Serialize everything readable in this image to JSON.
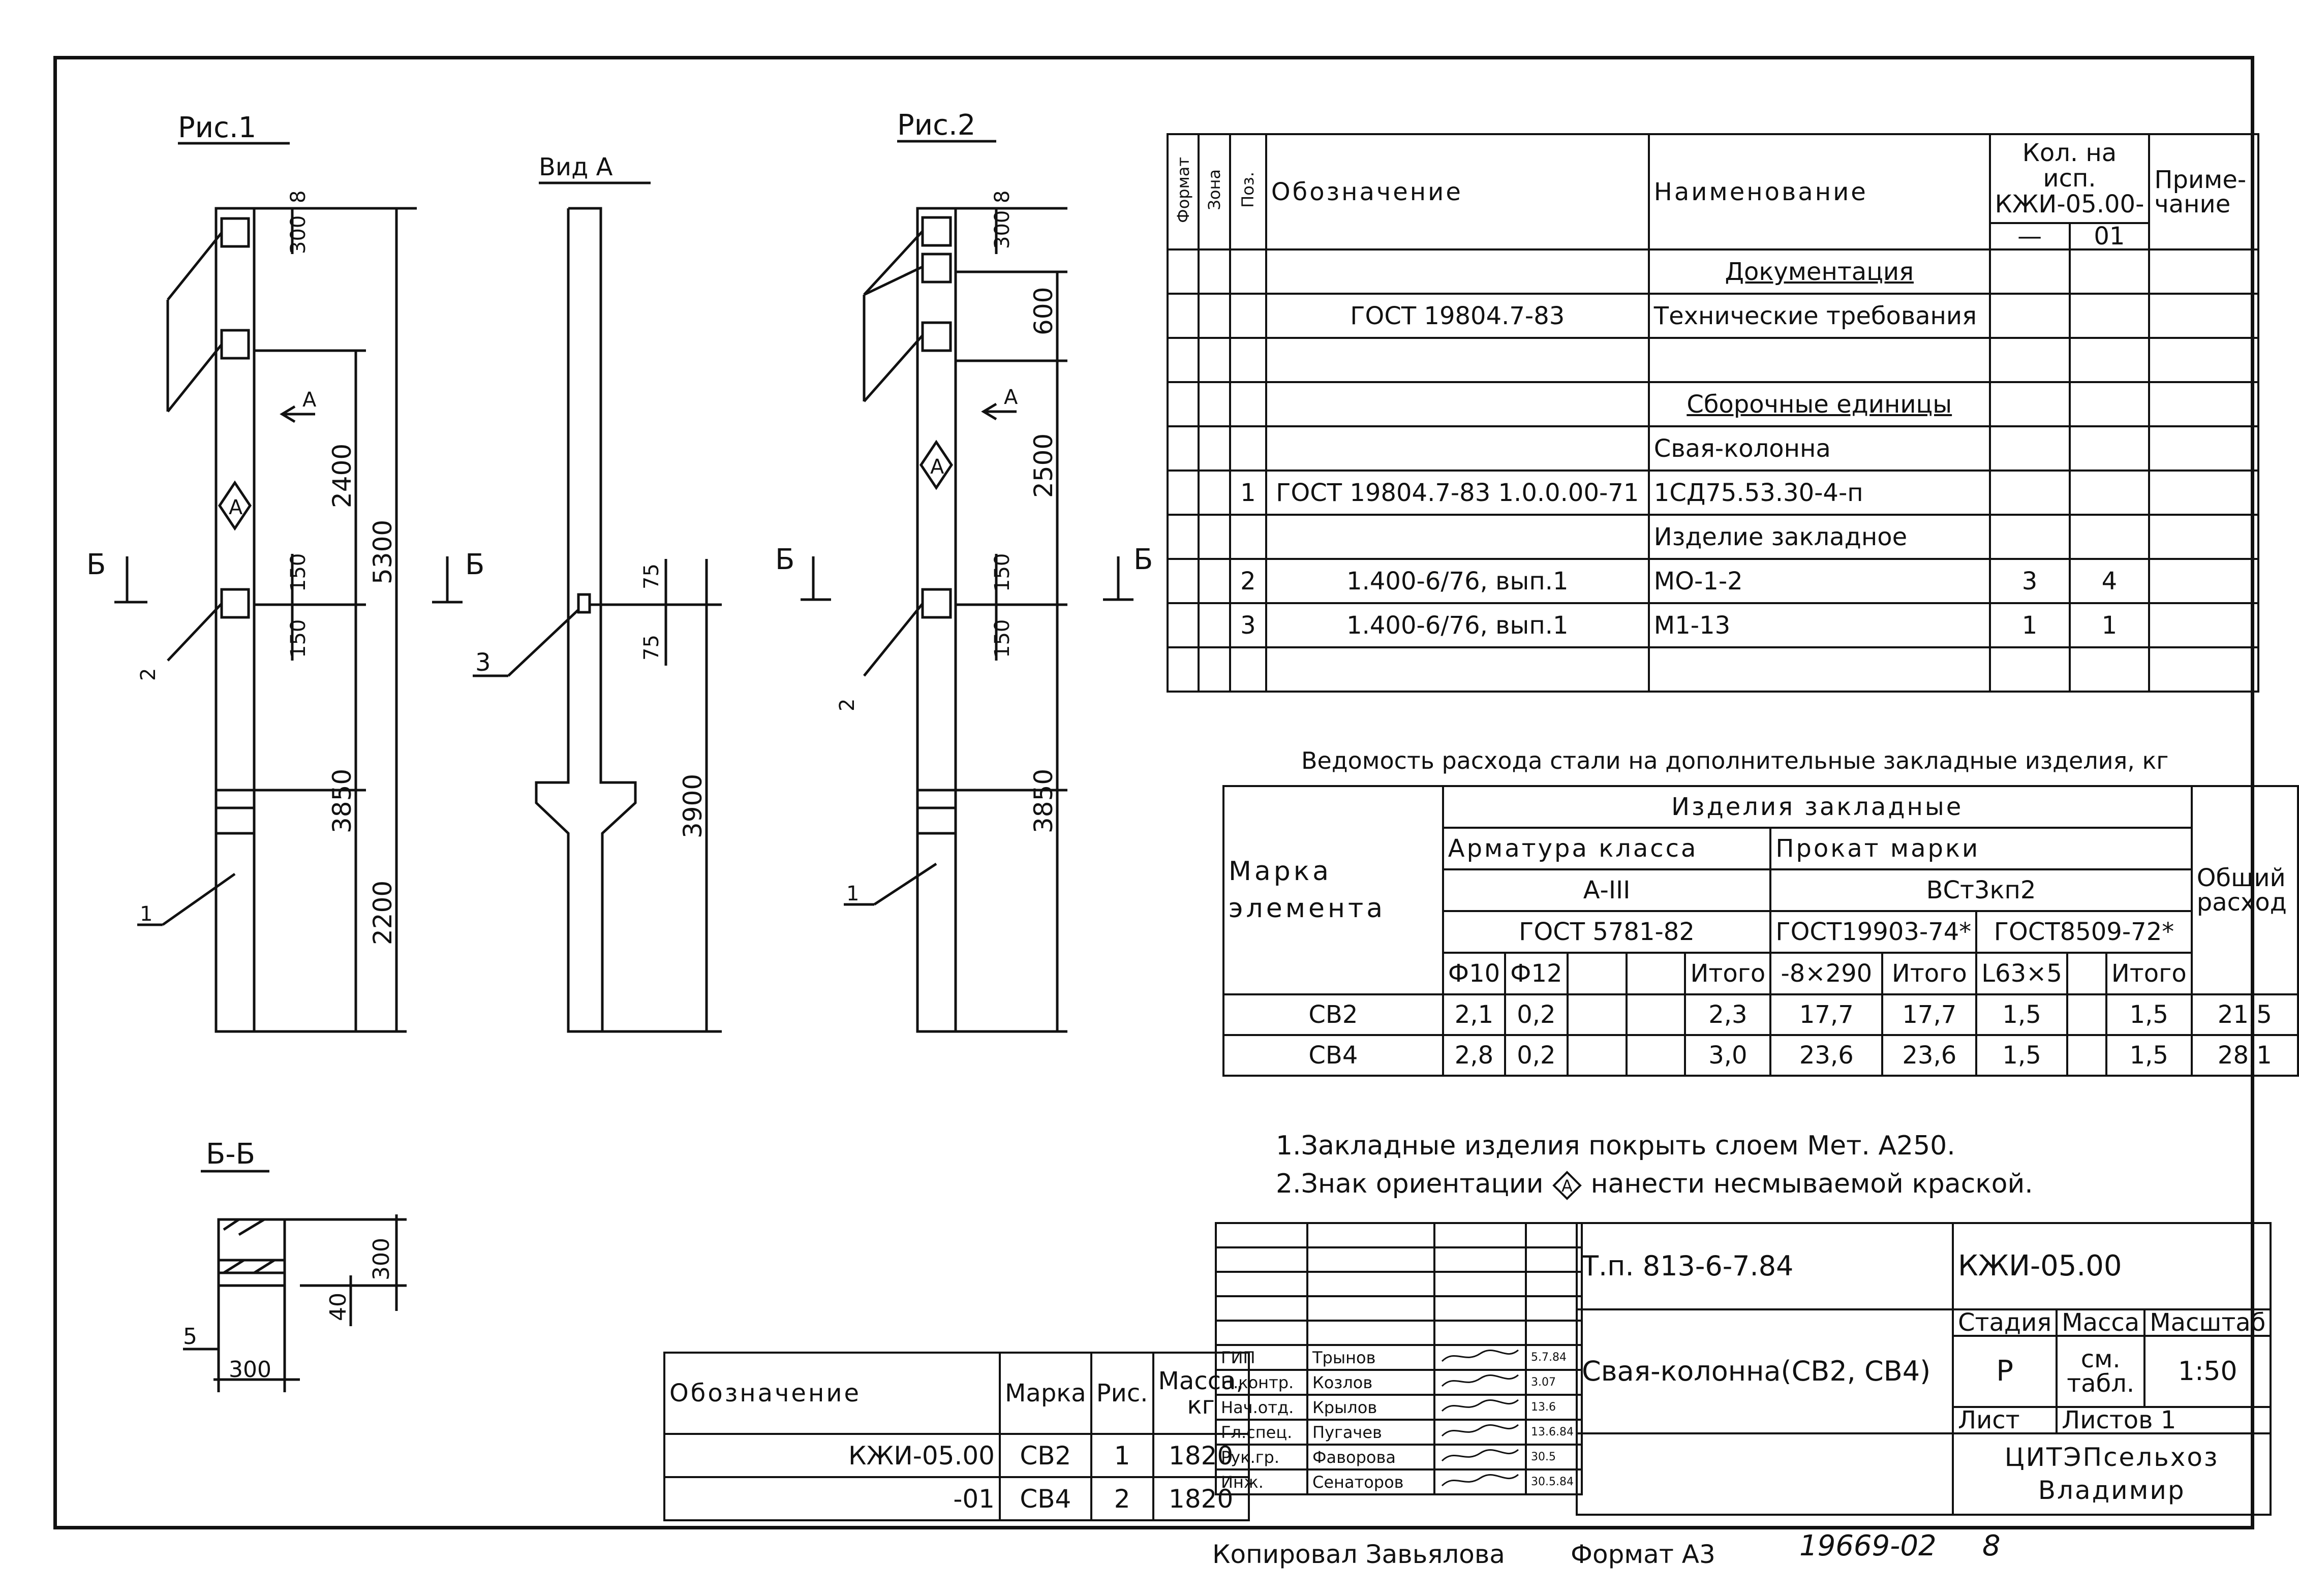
{
  "figures": {
    "fig1_title": "Рис.1",
    "fig2_title": "Рис.2",
    "view_a_title": "Вид А",
    "section_title": "Б-Б",
    "section_marker": "Б",
    "view_marker": "А",
    "orient_mark": "А",
    "fig1_dims": {
      "d8": "8",
      "d300": "300",
      "d2400": "2400",
      "d5300": "5300",
      "d150a": "150",
      "d150b": "150",
      "d3850": "3850",
      "d2200": "2200"
    },
    "fig1_callouts": {
      "c2": "2",
      "c1": "1"
    },
    "viewa_dims": {
      "d75a": "75",
      "d75b": "75",
      "d3900": "3900"
    },
    "viewa_callouts": {
      "c3": "3"
    },
    "fig2_dims": {
      "d8": "8",
      "d300": "300",
      "d600": "600",
      "d2500": "2500",
      "d150a": "150",
      "d150b": "150",
      "d3850": "3850"
    },
    "fig2_callouts": {
      "c2": "2",
      "c1": "1"
    },
    "section_dims": {
      "d300v": "300",
      "d40": "40",
      "d5": "5",
      "d300h": "300"
    }
  },
  "spec_table": {
    "headers": {
      "format": "Формат",
      "zone": "Зона",
      "pos": "Поз.",
      "designation": "Обозначение",
      "name": "Наименование",
      "qty": "Кол. на исп. КЖИ-05.00-",
      "qty_a": "—",
      "qty_b": "01",
      "note": "Приме- чание"
    },
    "rows": [
      {
        "pos": "",
        "designation": "",
        "name": "Документация",
        "q1": "",
        "q2": "",
        "style": "section"
      },
      {
        "pos": "",
        "designation": "ГОСТ 19804.7-83",
        "name": "Технические требования",
        "q1": "",
        "q2": "",
        "cross": true
      },
      {
        "pos": "",
        "designation": "",
        "name": "",
        "q1": "",
        "q2": ""
      },
      {
        "pos": "",
        "designation": "",
        "name": "Сборочные единицы",
        "q1": "",
        "q2": "",
        "style": "section"
      },
      {
        "pos": "",
        "designation": "",
        "name": "Свая-колонна",
        "q1": "",
        "q2": ""
      },
      {
        "pos": "1",
        "designation": "ГОСТ 19804.7-83 1.0.0.00-71",
        "name": "1СД75.53.30-4-п",
        "q1": "",
        "q2": "",
        "cross": true
      },
      {
        "pos": "",
        "designation": "",
        "name": "Изделие закладное",
        "q1": "",
        "q2": ""
      },
      {
        "pos": "2",
        "designation": "1.400-6/76, вып.1",
        "name": "МО-1-2",
        "q1": "3",
        "q2": "4"
      },
      {
        "pos": "3",
        "designation": "1.400-6/76, вып.1",
        "name": "М1-13",
        "q1": "1",
        "q2": "1"
      },
      {
        "pos": "",
        "designation": "",
        "name": "",
        "q1": "",
        "q2": ""
      }
    ]
  },
  "steel_table": {
    "title": "Ведомость расхода стали на дополнительные закладные изделия, кг",
    "mark_header": "Марка элемента",
    "group_header": "Изделия закладные",
    "armature_header": "Арматура класса",
    "armature_class": "А-III",
    "armature_gost": "ГОСТ 5781-82",
    "rolled_header": "Прокат марки",
    "rolled_grade": "ВСт3кп2",
    "rolled_gost_a": "ГОСТ19903-74*",
    "rolled_gost_b": "ГОСТ8509-72*",
    "total_header": "Общий расход",
    "cols": [
      "Ф10",
      "Ф12",
      "",
      "",
      "Итого",
      "-8×290",
      "Итого",
      "L63×5",
      "",
      "Итого"
    ],
    "rows": [
      {
        "mark": "СВ2",
        "vals": [
          "2,1",
          "0,2",
          "",
          "",
          "2,3",
          "17,7",
          "17,7",
          "1,5",
          "",
          "1,5"
        ],
        "total": "21,5"
      },
      {
        "mark": "СВ4",
        "vals": [
          "2,8",
          "0,2",
          "",
          "",
          "3,0",
          "23,6",
          "23,6",
          "1,5",
          "",
          "1,5"
        ],
        "total": "28,1"
      }
    ]
  },
  "notes": {
    "n1": "1.Закладные изделия покрыть слоем Мет. А250.",
    "n2_before": "2.Знак ориентации",
    "n2_mark": "А",
    "n2_after": "нанести несмываемой краской."
  },
  "variants_table": {
    "headers": {
      "designation": "Обозначение",
      "mark": "Марка",
      "fig": "Рис.",
      "mass": "Масса, кг"
    },
    "rows": [
      {
        "designation": "КЖИ-05.00",
        "mark": "СВ2",
        "fig": "1",
        "mass": "1820"
      },
      {
        "designation": "-01",
        "mark": "СВ4",
        "fig": "2",
        "mass": "1820"
      }
    ]
  },
  "title_block": {
    "project": "Т.п. 813-6-7.84",
    "code": "КЖИ-05.00",
    "title": "Свая-колонна(СВ2, СВ4)",
    "stage_h": "Стадия",
    "mass_h": "Масса",
    "scale_h": "Масштаб",
    "stage": "Р",
    "mass": "см. табл.",
    "scale": "1:50",
    "sheet_h": "Лист",
    "sheets_h": "Листов 1",
    "org1": "ЦИТЭПсельхоз",
    "org2": "Владимир",
    "signers": [
      {
        "role": "ГИП",
        "name": "Трынов",
        "date": "5.7.84"
      },
      {
        "role": "Н.контр.",
        "name": "Козлов",
        "date": "3.07"
      },
      {
        "role": "Нач.отд.",
        "name": "Крылов",
        "date": "13.6"
      },
      {
        "role": "Гл.спец.",
        "name": "Пугачев",
        "date": "13.6.84"
      },
      {
        "role": "Рук.гр.",
        "name": "Фаворова",
        "date": "30.5"
      },
      {
        "role": "Инж.",
        "name": "Сенаторов",
        "date": "30.5.84"
      }
    ]
  },
  "footer": {
    "copied": "Копировал Завьялова",
    "format": "Формат А3",
    "number": "19669-02",
    "sheet": "8"
  }
}
